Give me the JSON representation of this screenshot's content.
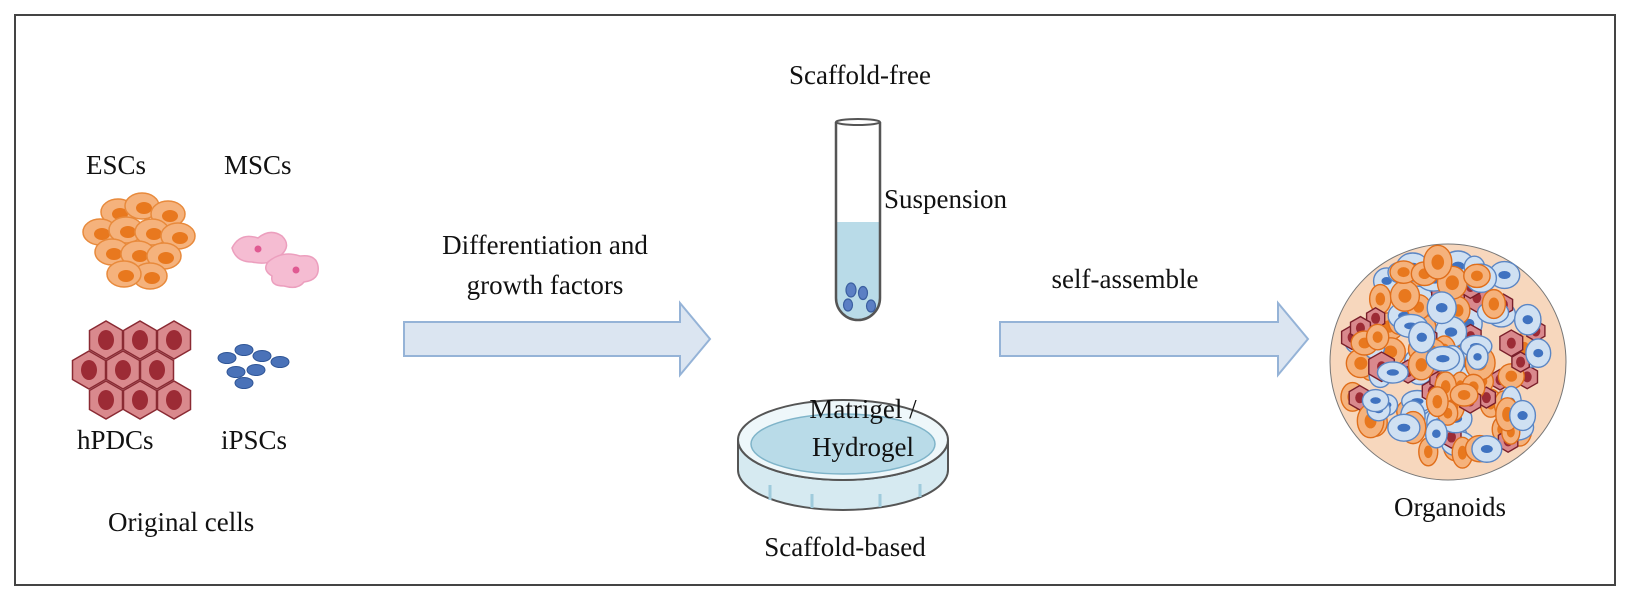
{
  "original_cells": {
    "esc_label": "ESCs",
    "msc_label": "MSCs",
    "hpdc_label": "hPDCs",
    "ipsc_label": "iPSCs",
    "group_label": "Original cells"
  },
  "step1": {
    "line1": "Differentiation and",
    "line2": "growth factors"
  },
  "culture": {
    "scaffold_free_label": "Scaffold-free",
    "suspension_label": "Suspension",
    "matrigel_label": "Matrigel /",
    "hydrogel_label": "Hydrogel",
    "scaffold_based_label": "Scaffold-based"
  },
  "step2": {
    "label": "self-assemble"
  },
  "result": {
    "label": "Organoids"
  },
  "colors": {
    "arrow_fill": "#dbe5f1",
    "arrow_stroke": "#95b3d7",
    "esc_fill": "#f5b27c",
    "esc_nucleus": "#e8781e",
    "msc_fill": "#f5bcd2",
    "hpdc_fill": "#d9898d",
    "hpdc_nucleus": "#9c2b35",
    "ipsc_fill": "#4a72b8",
    "medium_fill": "#b9dbe8"
  }
}
